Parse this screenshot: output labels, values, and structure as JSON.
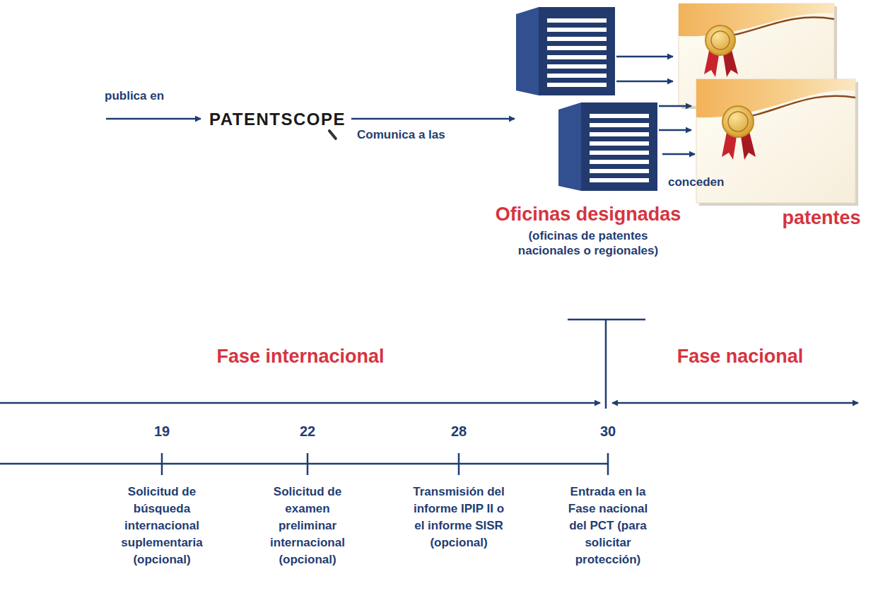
{
  "diagram": {
    "nodes": [
      {
        "text": [
          "PATENTSCOPE"
        ]
      },
      {
        "text": [
          "Oficinas designadas",
          "(oficinas de patentes nacionales o regionales)"
        ]
      },
      {
        "text": [
          "patentes"
        ]
      }
    ],
    "edges": [
      {
        "from": 0,
        "to": 1,
        "arrow": "to",
        "label": "Comunica a las"
      },
      {
        "from": 1,
        "to": 2,
        "arrow": "to",
        "label": "conceden"
      }
    ],
    "labels": [
      "publica en",
      "Fase internacional",
      "Fase nacional",
      "19",
      "Solicitud de búsqueda internacional suplementaria (opcional)",
      "22",
      "Solicitud de examen preliminar internacional (opcional)",
      "28",
      "Transmisión del informe IPIP II o el informe SISR (opcional)",
      "30",
      "Entrada en la Fase nacional del PCT (para solicitar protección)"
    ]
  }
}
